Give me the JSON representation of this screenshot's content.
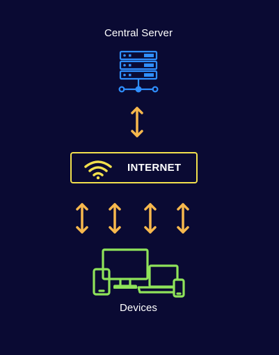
{
  "server": {
    "label": "Central Server",
    "icon": "server-network-icon",
    "color": "#2f8fff"
  },
  "internet": {
    "label": "INTERNET",
    "icon": "wifi-icon",
    "border_color": "#f2e04d",
    "icon_color": "#f2e04d"
  },
  "devices": {
    "label": "Devices",
    "icon": "devices-icon",
    "color": "#8fe35a"
  },
  "arrows": {
    "color": "#f7b84d",
    "icon": "double-arrow-icon"
  },
  "background": "#0a0a33"
}
